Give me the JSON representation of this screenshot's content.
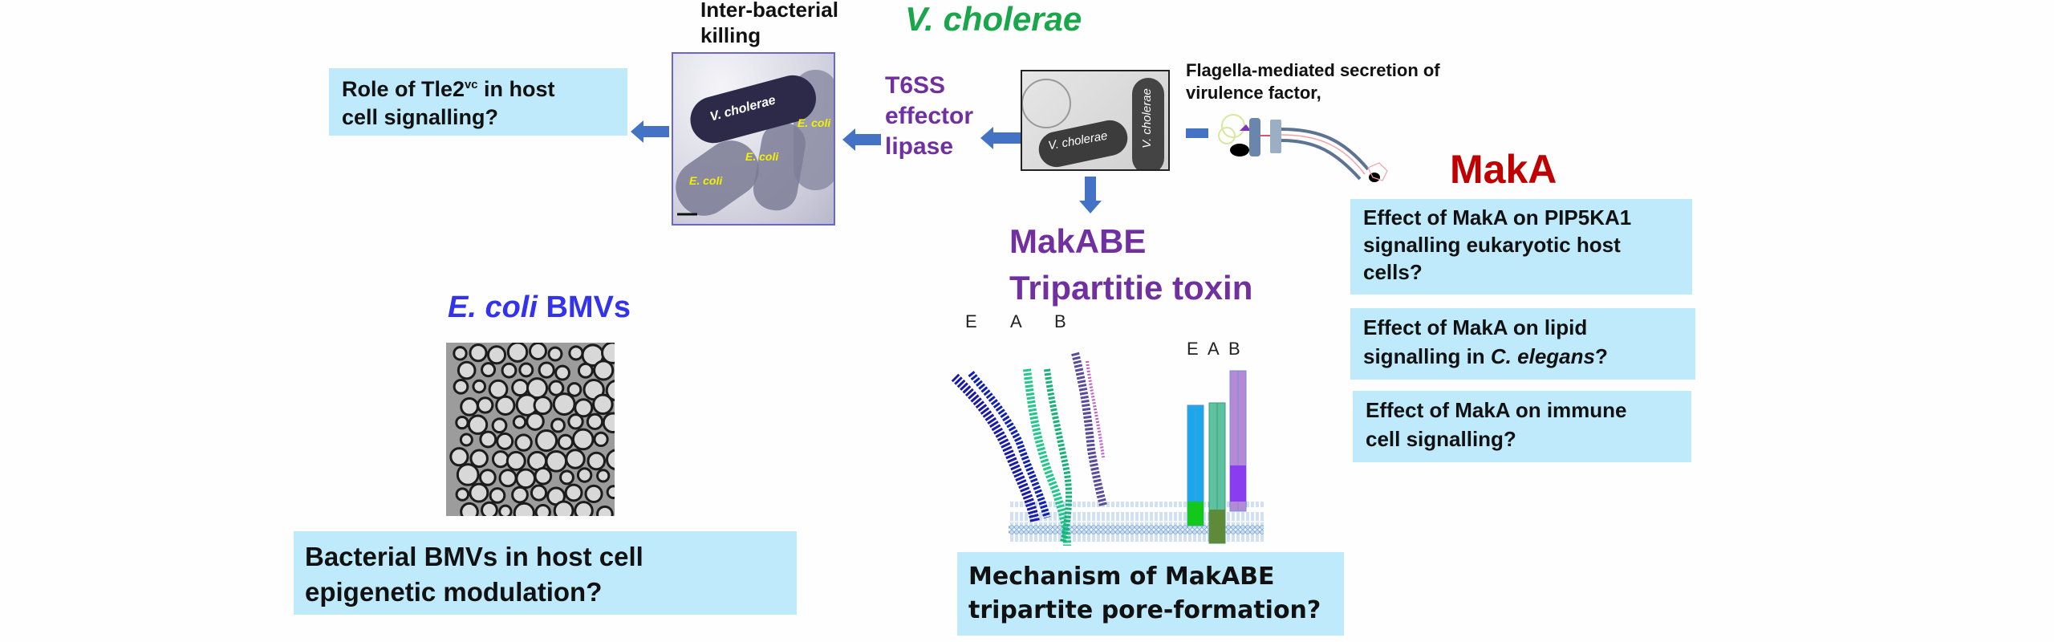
{
  "title": "V. cholerae",
  "colors": {
    "title_green": "#1aa64a",
    "purple": "#7030a0",
    "makA_red": "#c00000",
    "bmv_blue": "#3333ee",
    "question_box": "#bfeafb",
    "arrow_blue": "#4472c4",
    "ecoli_yellow": "#f2f200"
  },
  "inter_bacterial": {
    "label_line1": "Inter-bacterial",
    "label_line2": "killing",
    "image_labels": [
      "V. cholerae",
      "E. coli",
      "E. coli",
      "E. coli"
    ]
  },
  "t6ss": {
    "line1": "T6SS",
    "line2": "effector",
    "line3": "lipase"
  },
  "center_image": {
    "labels": [
      "V. cholerae",
      "V. cholerae"
    ]
  },
  "flagella": {
    "line1": "Flagella-mediated secretion of",
    "line2": "virulence factor,"
  },
  "maka": {
    "title": "MakA",
    "questions": [
      {
        "line1": "Effect of MakA on PIP5KA1",
        "line2": "signalling eukaryotic host",
        "line3": "cells?"
      },
      {
        "line1": "Effect of MakA on lipid",
        "line2_prefix": "signalling in ",
        "line2_italic": "C. elegans",
        "line2_suffix": "?"
      },
      {
        "line1": "Effect of MakA on immune",
        "line2": "cell signalling?"
      }
    ]
  },
  "tle2": {
    "prefix": "Role of Tle2",
    "superscript": "vc",
    "suffix": " in host",
    "line2": "cell signalling?"
  },
  "makabe": {
    "title_line1": "MakABE",
    "title_line2": "Tripartitie toxin",
    "structure_labels": [
      "E",
      "A",
      "B"
    ],
    "schematic_labels": [
      "E",
      "A",
      "B"
    ],
    "question_line1": "Mechanism of MakABE",
    "question_line2": "tripartite pore-formation?"
  },
  "bmv": {
    "title_italic": "E. coli ",
    "title_rest": "BMVs",
    "question_line1": "Bacterial  BMVs in host cell",
    "question_line2": "epigenetic modulation?"
  }
}
